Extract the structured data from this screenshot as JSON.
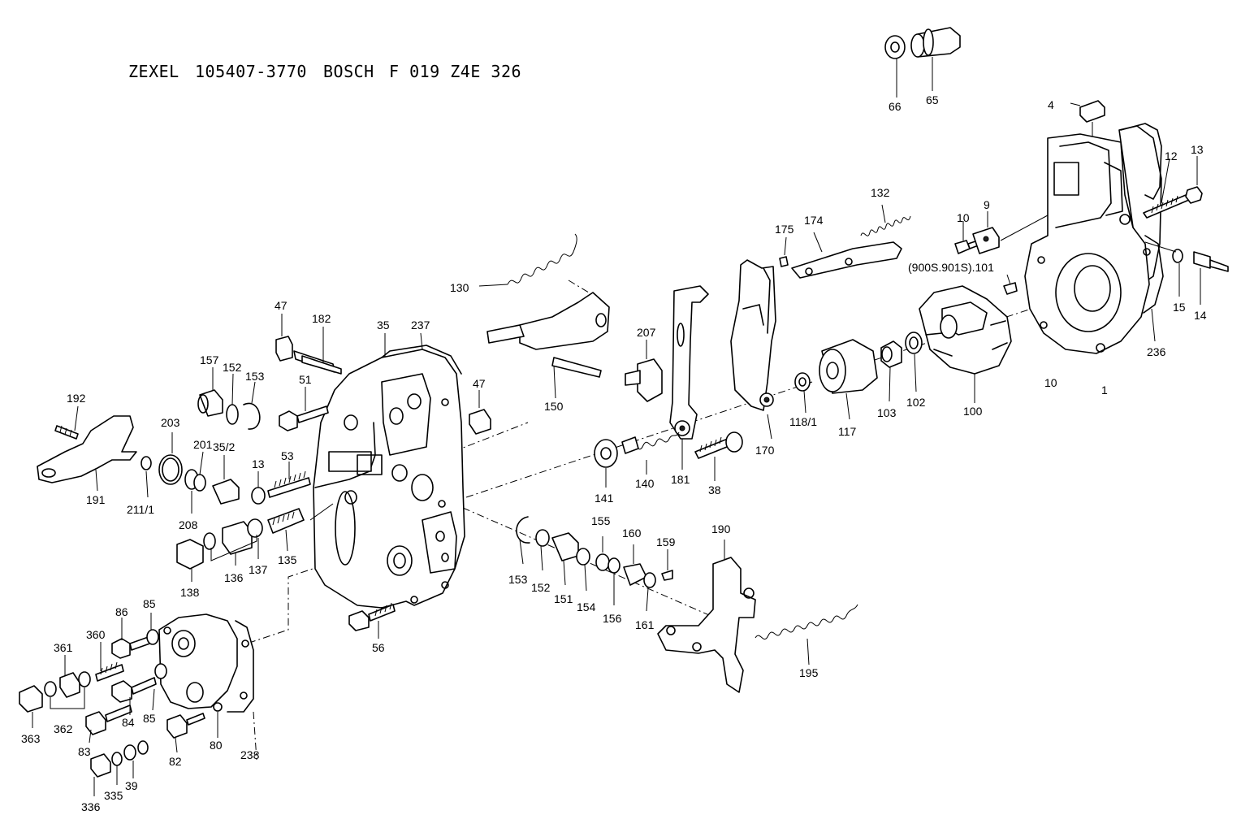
{
  "header": {
    "maker1": "ZEXEL",
    "part1": "105407-3770",
    "maker2": "BOSCH",
    "part2": "F 019 Z4E 326"
  },
  "callouts": [
    {
      "id": "66",
      "text": "66"
    },
    {
      "id": "65",
      "text": "65"
    },
    {
      "id": "4",
      "text": "4"
    },
    {
      "id": "12",
      "text": "12"
    },
    {
      "id": "13a",
      "text": "13"
    },
    {
      "id": "132",
      "text": "132"
    },
    {
      "id": "175",
      "text": "175"
    },
    {
      "id": "174",
      "text": "174"
    },
    {
      "id": "10a",
      "text": "10"
    },
    {
      "id": "9",
      "text": "9"
    },
    {
      "id": "101",
      "text": "(900S.901S).101"
    },
    {
      "id": "15",
      "text": "15"
    },
    {
      "id": "14",
      "text": "14"
    },
    {
      "id": "130",
      "text": "130"
    },
    {
      "id": "207",
      "text": "207"
    },
    {
      "id": "236",
      "text": "236"
    },
    {
      "id": "47a",
      "text": "47"
    },
    {
      "id": "182",
      "text": "182"
    },
    {
      "id": "35",
      "text": "35"
    },
    {
      "id": "237",
      "text": "237"
    },
    {
      "id": "10b",
      "text": "10"
    },
    {
      "id": "1",
      "text": "1"
    },
    {
      "id": "157",
      "text": "157"
    },
    {
      "id": "152a",
      "text": "152"
    },
    {
      "id": "153a",
      "text": "153"
    },
    {
      "id": "51",
      "text": "51"
    },
    {
      "id": "47b",
      "text": "47"
    },
    {
      "id": "150",
      "text": "150"
    },
    {
      "id": "103",
      "text": "103"
    },
    {
      "id": "102",
      "text": "102"
    },
    {
      "id": "100",
      "text": "100"
    },
    {
      "id": "192",
      "text": "192"
    },
    {
      "id": "203",
      "text": "203"
    },
    {
      "id": "118_1",
      "text": "118/1"
    },
    {
      "id": "117",
      "text": "117"
    },
    {
      "id": "170",
      "text": "170"
    },
    {
      "id": "201",
      "text": "201"
    },
    {
      "id": "35_2",
      "text": "35/2"
    },
    {
      "id": "53",
      "text": "53"
    },
    {
      "id": "181",
      "text": "181"
    },
    {
      "id": "13b",
      "text": "13"
    },
    {
      "id": "140",
      "text": "140"
    },
    {
      "id": "38",
      "text": "38"
    },
    {
      "id": "191",
      "text": "191"
    },
    {
      "id": "211_1",
      "text": "211/1"
    },
    {
      "id": "141",
      "text": "141"
    },
    {
      "id": "208",
      "text": "208"
    },
    {
      "id": "155",
      "text": "155"
    },
    {
      "id": "190",
      "text": "190"
    },
    {
      "id": "160",
      "text": "160"
    },
    {
      "id": "159",
      "text": "159"
    },
    {
      "id": "137",
      "text": "137"
    },
    {
      "id": "135",
      "text": "135"
    },
    {
      "id": "136",
      "text": "136"
    },
    {
      "id": "153b",
      "text": "153"
    },
    {
      "id": "152b",
      "text": "152"
    },
    {
      "id": "138",
      "text": "138"
    },
    {
      "id": "151",
      "text": "151"
    },
    {
      "id": "154",
      "text": "154"
    },
    {
      "id": "156",
      "text": "156"
    },
    {
      "id": "161",
      "text": "161"
    },
    {
      "id": "86",
      "text": "86"
    },
    {
      "id": "85a",
      "text": "85"
    },
    {
      "id": "360",
      "text": "360"
    },
    {
      "id": "361",
      "text": "361"
    },
    {
      "id": "56",
      "text": "56"
    },
    {
      "id": "195",
      "text": "195"
    },
    {
      "id": "84",
      "text": "84"
    },
    {
      "id": "85b",
      "text": "85"
    },
    {
      "id": "363",
      "text": "363"
    },
    {
      "id": "362",
      "text": "362"
    },
    {
      "id": "83",
      "text": "83"
    },
    {
      "id": "80",
      "text": "80"
    },
    {
      "id": "238",
      "text": "238"
    },
    {
      "id": "82",
      "text": "82"
    },
    {
      "id": "39",
      "text": "39"
    },
    {
      "id": "336",
      "text": "336"
    },
    {
      "id": "335",
      "text": "335"
    }
  ]
}
